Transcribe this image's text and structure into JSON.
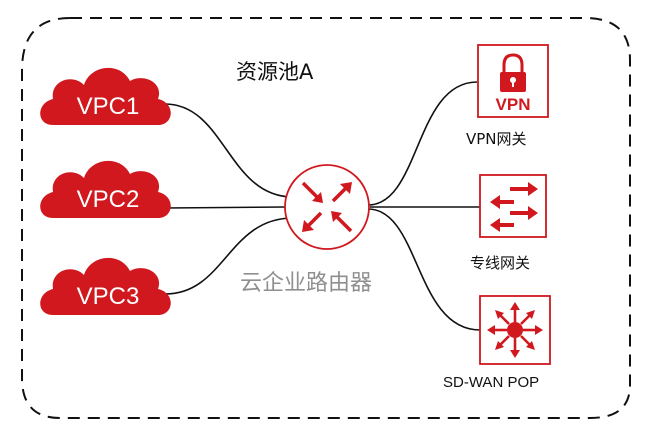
{
  "pool": {
    "title": "资源池A"
  },
  "vpcs": [
    {
      "label": "VPC1",
      "icon": "cloud-icon"
    },
    {
      "label": "VPC2",
      "icon": "cloud-icon"
    },
    {
      "label": "VPC3",
      "icon": "cloud-icon"
    }
  ],
  "router": {
    "label": "云企业路由器",
    "icon": "router-arrows-icon"
  },
  "gateways": {
    "vpn": {
      "label": "VPN网关",
      "badge_text": "VPN",
      "icon": "padlock-icon"
    },
    "line": {
      "label": "专线网关",
      "icon": "swap-arrows-icon"
    },
    "sdwan": {
      "label": "SD-WAN POP",
      "icon": "star-arrows-icon"
    }
  },
  "colors": {
    "accent": "#d0181e",
    "dash_border": "#111111",
    "line": "#111111",
    "router_text": "#8f8f8f"
  }
}
